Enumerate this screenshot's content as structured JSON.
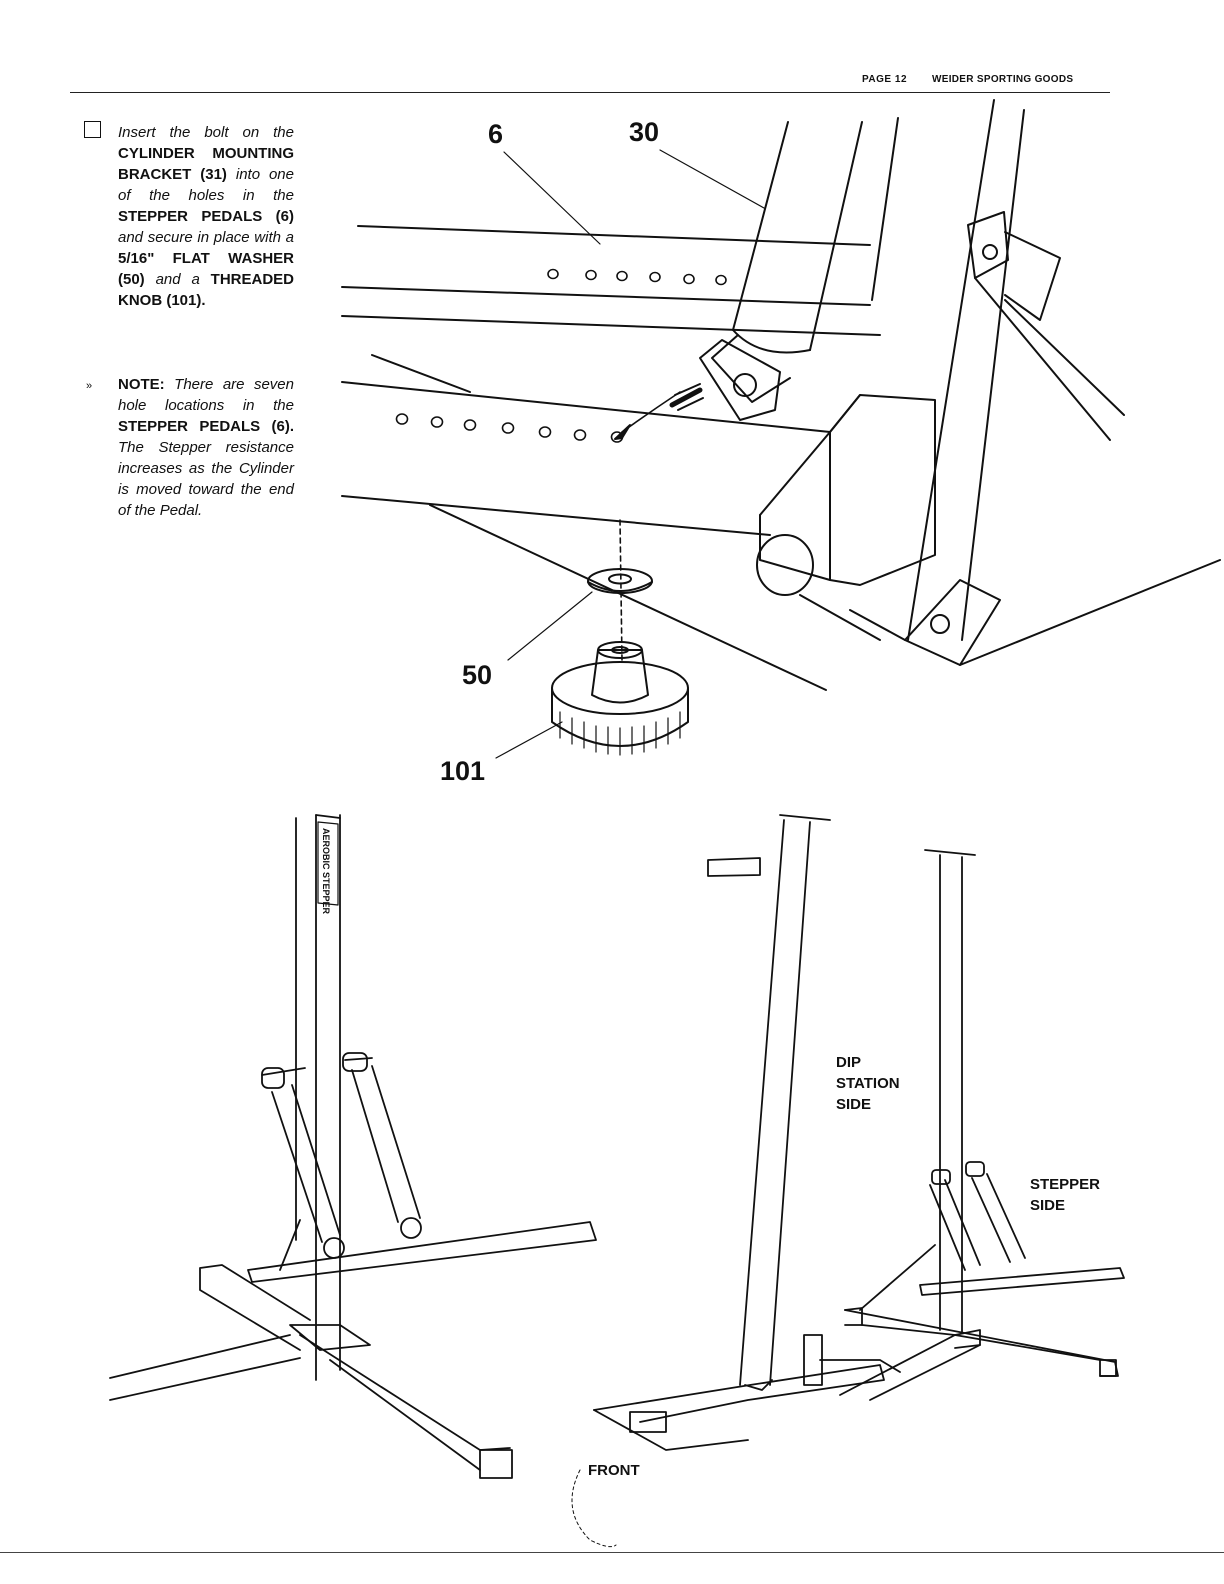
{
  "header": {
    "page": "PAGE   12",
    "brand": "WEIDER SPORTING GOODS"
  },
  "instruction": {
    "p1": "Insert the bolt on the",
    "p2": "CYLINDER MOUNTING BRACKET (31)",
    "p3": "into one of the holes in the",
    "p4": "STEPPER PEDALS (6)",
    "p5": "and secure in place with a",
    "p6": "5/16\" FLAT WASHER (50)",
    "p7": "and a",
    "p8": "THREADED KNOB (101)."
  },
  "note": {
    "label": "NOTE:",
    "n1": "There are seven hole locations in the",
    "n2": "STEPPER PEDALS (6).",
    "n3": "The Stepper resistance increases as the Cylinder is moved toward the end of the Pedal."
  },
  "callouts": {
    "c6": "6",
    "c30": "30",
    "c50": "50",
    "c101": "101"
  },
  "machine_labels": {
    "aerobic": "AEROBIC STEPPER",
    "dip": "DIP STATION SIDE",
    "stepper": "STEPPER SIDE",
    "front": "FRONT"
  }
}
